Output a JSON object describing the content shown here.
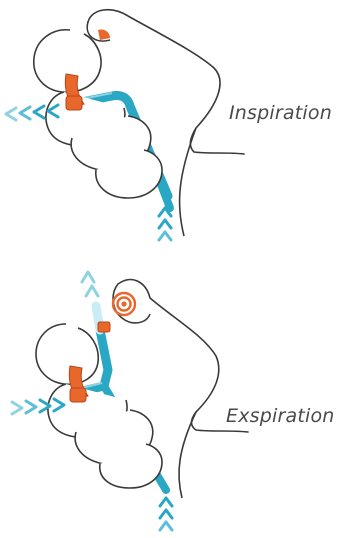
{
  "labels": {
    "inspiration": "Inspiration",
    "expiration": "Exspiration"
  },
  "colors": {
    "outline": "#3a3a3a",
    "tube": "#2aa7c4",
    "tube_light": "#8fd3e3",
    "clip": "#e8672a",
    "clip_dark": "#b7461a",
    "signal": "#e8672a",
    "background": "#ffffff"
  },
  "icons": {
    "inhale_flow": "arrow-chevrons-left",
    "intake_flow": "arrow-chevrons-up",
    "exhale_flow": "arrow-chevrons-right",
    "sound_signal": "concentric-rings"
  }
}
